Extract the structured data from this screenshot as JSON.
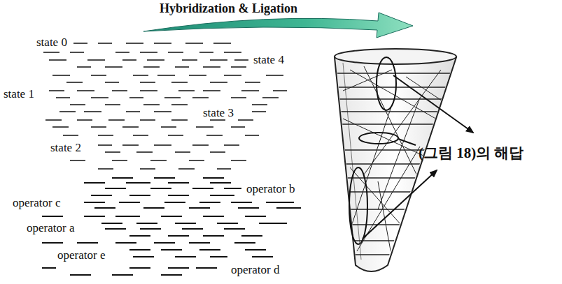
{
  "diagram": {
    "title": "Hybridization & Ligation",
    "labels": [
      "state 0",
      "state 4",
      "state 1",
      "state 3",
      "state 2",
      "(그림 18)의 해답",
      "operator b",
      "operator c",
      "operator a",
      "operator e",
      "operator d"
    ]
  }
}
